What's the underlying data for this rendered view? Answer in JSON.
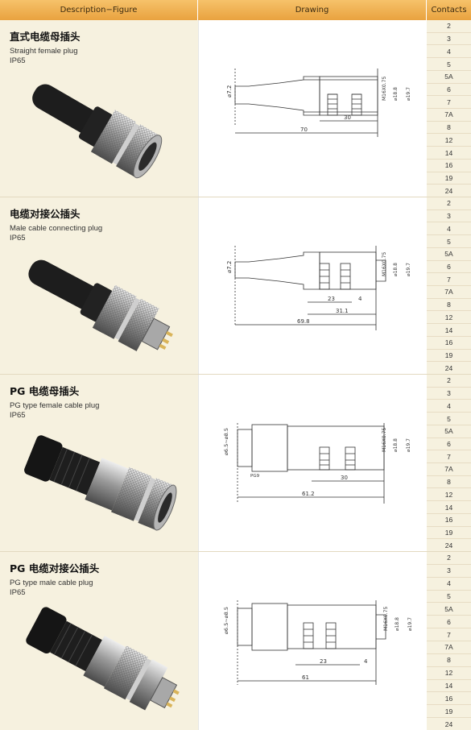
{
  "header": {
    "col1": "Description−Figure",
    "col2": "Drawing",
    "col3": "Contacts"
  },
  "products": [
    {
      "title_cn": "直式电缆母插头",
      "title_en": "Straight female plug",
      "rating": "IP65",
      "dims": {
        "d1": "⌀7.2",
        "m": "M16X0.75",
        "d2": "⌀18.8",
        "d3": "⌀19.7",
        "len1": "30",
        "len2": "70"
      },
      "contacts": [
        "2",
        "3",
        "4",
        "5",
        "5A",
        "6",
        "7",
        "7A",
        "8",
        "12",
        "14",
        "16",
        "19",
        "24"
      ]
    },
    {
      "title_cn": "电缆对接公插头",
      "title_en": "Male cable connecting plug",
      "rating": "IP65",
      "dims": {
        "d1": "⌀7.2",
        "m": "M16X0.75",
        "d2": "⌀18.8",
        "d3": "⌀19.7",
        "len1": "23",
        "len1b": "4",
        "len2": "31.1",
        "len3": "69.8"
      },
      "contacts": [
        "2",
        "3",
        "4",
        "5",
        "5A",
        "6",
        "7",
        "7A",
        "8",
        "12",
        "14",
        "16",
        "19",
        "24"
      ]
    },
    {
      "title_cn": "PG 电缆母插头",
      "title_en": "PG type female cable plug",
      "rating": "IP65",
      "dims": {
        "d1": "⌀6.5~⌀8.5",
        "pg": "PG9",
        "m": "M16X0.75",
        "d2": "⌀18.8",
        "d3": "⌀19.7",
        "len1": "30",
        "len2": "61.2"
      },
      "contacts": [
        "2",
        "3",
        "4",
        "5",
        "5A",
        "6",
        "7",
        "7A",
        "8",
        "12",
        "14",
        "16",
        "19",
        "24"
      ]
    },
    {
      "title_cn": "PG 电缆对接公插头",
      "title_en": "PG type male cable plug",
      "rating": "IP65",
      "dims": {
        "d1": "⌀6.5~⌀8.5",
        "m": "M16X0.75",
        "d2": "⌀18.8",
        "d3": "⌀19.7",
        "len1": "23",
        "len1b": "4",
        "len2": "61"
      },
      "contacts": [
        "2",
        "3",
        "4",
        "5",
        "5A",
        "6",
        "7",
        "7A",
        "8",
        "12",
        "14",
        "16",
        "19",
        "24"
      ]
    }
  ]
}
